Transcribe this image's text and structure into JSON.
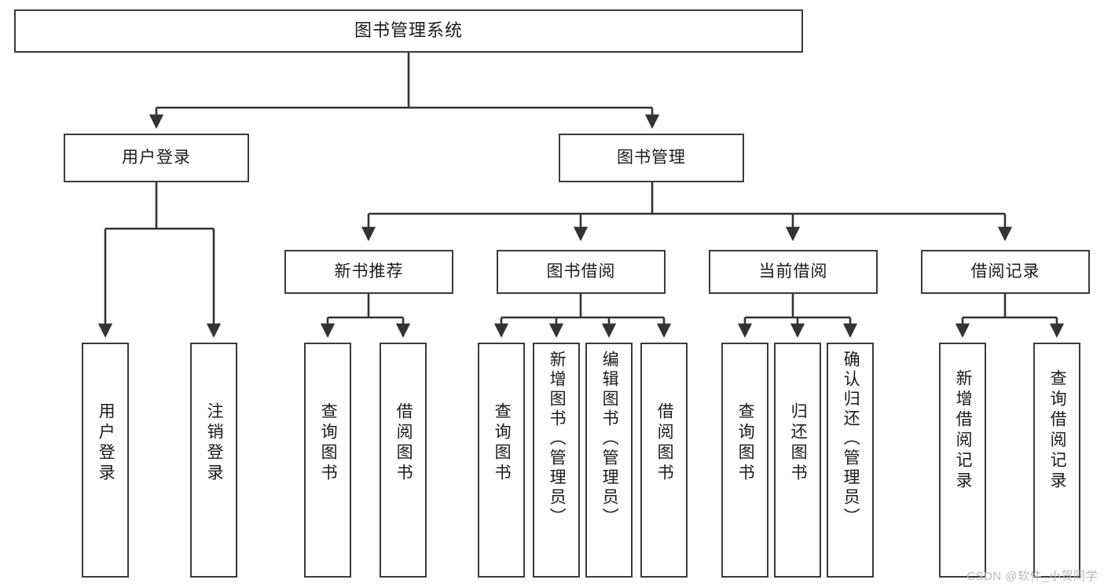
{
  "diagram": {
    "title": "图书管理系统",
    "type": "tree",
    "colors": {
      "box_border": "#3b3b3b",
      "box_fill": "#ffffff",
      "connector": "#333333",
      "text": "#1b1b1b",
      "watermark": "#b9b9b9",
      "background": "#ffffff"
    },
    "nodes": {
      "root": {
        "label": "图书管理系统",
        "level": 1,
        "orientation": "horizontal"
      },
      "level2": [
        {
          "id": "user-login",
          "label": "用户登录",
          "orientation": "horizontal"
        },
        {
          "id": "book-manage",
          "label": "图书管理",
          "orientation": "horizontal"
        }
      ],
      "level3": [
        {
          "id": "new-book-recommend",
          "label": "新书推荐",
          "orientation": "horizontal"
        },
        {
          "id": "book-borrow",
          "label": "图书借阅",
          "orientation": "horizontal"
        },
        {
          "id": "current-borrow",
          "label": "当前借阅",
          "orientation": "horizontal"
        },
        {
          "id": "borrow-record",
          "label": "借阅记录",
          "orientation": "horizontal"
        }
      ],
      "leaves": [
        {
          "id": "leaf-user-login",
          "label": "用户登录",
          "parent": "user-login",
          "orientation": "vertical"
        },
        {
          "id": "leaf-user-logout",
          "label": "注销登录",
          "parent": "user-login",
          "orientation": "vertical"
        },
        {
          "id": "leaf-query-book-1",
          "label": "查询图书",
          "parent": "new-book-recommend",
          "orientation": "vertical"
        },
        {
          "id": "leaf-borrow-book-1",
          "label": "借阅图书",
          "parent": "new-book-recommend",
          "orientation": "vertical"
        },
        {
          "id": "leaf-query-book-2",
          "label": "查询图书",
          "parent": "book-borrow",
          "orientation": "vertical"
        },
        {
          "id": "leaf-add-book",
          "label": "新增图书（管理员）",
          "parent": "book-borrow",
          "orientation": "vertical"
        },
        {
          "id": "leaf-edit-book",
          "label": "编辑图书（管理员）",
          "parent": "book-borrow",
          "orientation": "vertical"
        },
        {
          "id": "leaf-borrow-book-2",
          "label": "借阅图书",
          "parent": "book-borrow",
          "orientation": "vertical"
        },
        {
          "id": "leaf-query-book-3",
          "label": "查询图书",
          "parent": "current-borrow",
          "orientation": "vertical"
        },
        {
          "id": "leaf-return-book",
          "label": "归还图书",
          "parent": "current-borrow",
          "orientation": "vertical"
        },
        {
          "id": "leaf-confirm-return",
          "label": "确认归还（管理员）",
          "parent": "current-borrow",
          "orientation": "vertical"
        },
        {
          "id": "leaf-add-record",
          "label": "新增借阅记录",
          "parent": "borrow-record",
          "orientation": "vertical"
        },
        {
          "id": "leaf-query-record",
          "label": "查询借阅记录",
          "parent": "borrow-record",
          "orientation": "vertical"
        }
      ]
    }
  },
  "watermark": {
    "text": "CSDN @软件_小贺同学"
  }
}
